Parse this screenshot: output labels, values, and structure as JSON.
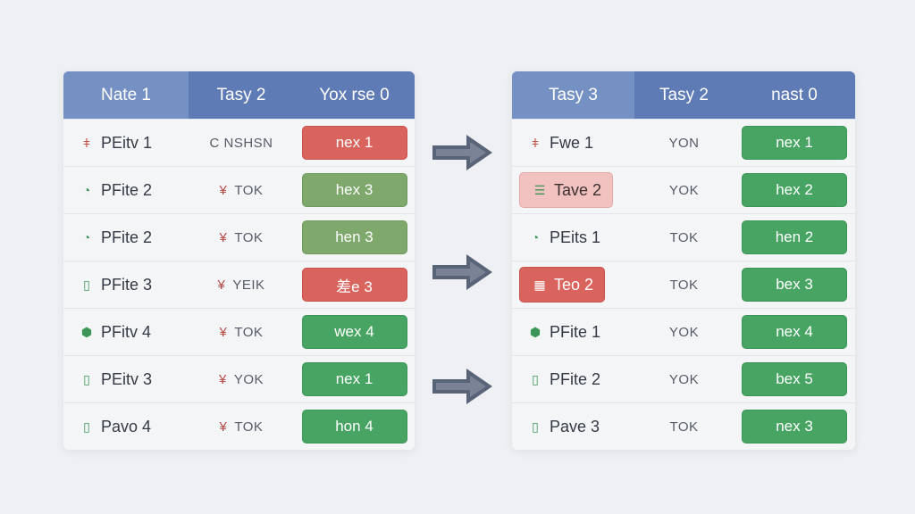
{
  "left_table": {
    "headers": [
      "Nate 1",
      "Tasy 2",
      "Yox rse 0"
    ],
    "rows": [
      {
        "icon": "tag-icon",
        "name": "PEitv 1",
        "mid_prefix": "",
        "mid": "C NSHSN",
        "pill": "nex 1",
        "pill_color": "red"
      },
      {
        "icon": "leaf-icon",
        "name": "PFite 2",
        "mid_prefix": "¥",
        "mid": "TOK",
        "pill": "hex 3",
        "pill_color": "olive"
      },
      {
        "icon": "leaf-icon",
        "name": "PFite 2",
        "mid_prefix": "¥",
        "mid": "TOK",
        "pill": "hen 3",
        "pill_color": "olive"
      },
      {
        "icon": "book-icon",
        "name": "PFite 3",
        "mid_prefix": "¥",
        "mid": "YEIK",
        "pill": "差e 3",
        "pill_color": "red"
      },
      {
        "icon": "shield-icon",
        "name": "PFitv 4",
        "mid_prefix": "¥",
        "mid": "TOK",
        "pill": "wex 4",
        "pill_color": "green"
      },
      {
        "icon": "book-icon",
        "name": "PEitv 3",
        "mid_prefix": "¥",
        "mid": "YOK",
        "pill": "nex 1",
        "pill_color": "green"
      },
      {
        "icon": "book-icon",
        "name": "Pavo 4",
        "mid_prefix": "¥",
        "mid": "TOK",
        "pill": "hon 4",
        "pill_color": "green"
      }
    ]
  },
  "right_table": {
    "headers": [
      "Tasy 3",
      "Tasy 2",
      "nast 0"
    ],
    "rows": [
      {
        "icon": "tag-icon",
        "name": "Fwe 1",
        "name_hl": "",
        "mid": "YON",
        "pill": "nex 1"
      },
      {
        "icon": "list-icon",
        "name": "Tave 2",
        "name_hl": "pink",
        "mid": "YOK",
        "pill": "hex 2"
      },
      {
        "icon": "leaf-icon",
        "name": "PEits 1",
        "name_hl": "",
        "mid": "TOK",
        "pill": "hen 2"
      },
      {
        "icon": "grid-icon",
        "name": "Teo 2",
        "name_hl": "red",
        "mid": "TOK",
        "pill": "bex 3"
      },
      {
        "icon": "shield-icon",
        "name": "PFite 1",
        "name_hl": "",
        "mid": "YOK",
        "pill": "nex 4"
      },
      {
        "icon": "book-icon",
        "name": "PFite 2",
        "name_hl": "",
        "mid": "YOK",
        "pill": "bex 5"
      },
      {
        "icon": "book-icon",
        "name": "Pave 3",
        "name_hl": "",
        "mid": "TOK",
        "pill": "nex 3"
      }
    ]
  },
  "colors": {
    "header_bg": "#5e7bb5",
    "header_active": "#7591c4",
    "pill_red": "#d9635d",
    "pill_green": "#47a463",
    "pill_olive": "#7fa86d",
    "arrow": "#5a6478"
  }
}
